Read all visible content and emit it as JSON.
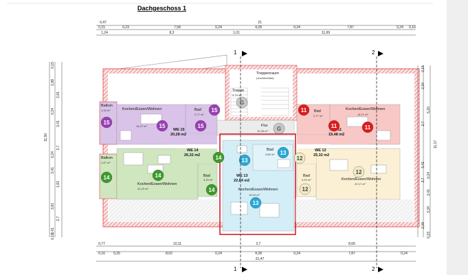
{
  "title": "Dachgeschoss 1",
  "colors": {
    "we15": "#d9c3e8",
    "we14": "#cfe6bf",
    "we13": "#d3eef7",
    "we11": "#f7c8c6",
    "we12": "#fbf0d4",
    "m15": "#9b3fb6",
    "m14": "#3c9a2c",
    "m13": "#27a9d6",
    "m11": "#e01b1b",
    "m12": "#f1ecc5",
    "general": "#c7c7c7",
    "highlight": "#cc1f2a",
    "wall": "#e05a5a"
  },
  "top_dims": {
    "row1": [
      "0,47",
      "21"
    ],
    "row2": [
      "0,15",
      "0,23",
      "7,58",
      "0,24",
      "4,28",
      "0,24",
      "7,87",
      "0,24",
      "0,16"
    ],
    "row3": [
      "1,24",
      "8,3",
      "1,01",
      "11,69"
    ]
  },
  "bottom_dims": {
    "row1": [
      "0,77",
      "10,11",
      "2,7",
      "8,66"
    ],
    "row2": [
      "0,16",
      "0,25",
      "8,02",
      "0,24",
      "4,28",
      "0,24",
      "7,87",
      "0,24"
    ],
    "row3": [
      "21,47"
    ]
  },
  "left_dims": [
    "0,15",
    "1,88",
    "2,81",
    "0,24",
    "3,41",
    "11,50",
    "2,7",
    "0,24",
    "3,41",
    "1,81",
    "3,81",
    "2,7",
    "3,41",
    "0,16"
  ],
  "right_dims": [
    "0,15",
    "2,34",
    "5,20",
    "2,7",
    "11,17",
    "3,41",
    "0,24",
    "2,7",
    "3,41",
    "3,34",
    "2,09",
    "0,23"
  ],
  "section_marks": [
    "1",
    "2"
  ],
  "general_labels": {
    "treppenraum": "Treppenraum",
    "druckbelueftet": "(druckbelüftet)",
    "treppe": "Treppe",
    "treppe_area": "3,73 m²",
    "flur": "Flur",
    "flur_area": "10,48 m²",
    "g": "G"
  },
  "units": [
    {
      "id": "15",
      "name": "WE 15",
      "area": "20,28 m2",
      "rooms": [
        {
          "label": "Balkon",
          "area": "1,34 m²"
        },
        {
          "label": "Bad",
          "area": "2,77 m²"
        },
        {
          "label": "Kochen/Essen/Wohnen",
          "area": "16,27 m²"
        }
      ]
    },
    {
      "id": "14",
      "name": "WE 14",
      "area": "26,32 m2",
      "rooms": [
        {
          "label": "Balkon",
          "area": "1,97 m²"
        },
        {
          "label": "Bad",
          "area": "3,15 m²"
        },
        {
          "label": "Kochen/Essen/Wohnen",
          "area": "22,20 m²"
        }
      ]
    },
    {
      "id": "13",
      "name": "WE 13",
      "area": "22,84 m2",
      "rooms": [
        {
          "label": "Bad",
          "area": "3,60 m²"
        },
        {
          "label": "Kochen/Essen/Wohnen",
          "area": "19,24 m²"
        }
      ]
    },
    {
      "id": "11",
      "name": "WE 11",
      "area": "19,48 m2",
      "rooms": [
        {
          "label": "Bad",
          "area": "2,77 m²"
        },
        {
          "label": "Kochen/Essen/Wohnen",
          "area": "16,71 m²"
        }
      ]
    },
    {
      "id": "12",
      "name": "WE 12",
      "area": "25,32 m2",
      "rooms": [
        {
          "label": "Bad",
          "area": "3,15 m²"
        },
        {
          "label": "Kochen/Essen/Wohnen",
          "area": "22,17 m²"
        }
      ]
    }
  ]
}
